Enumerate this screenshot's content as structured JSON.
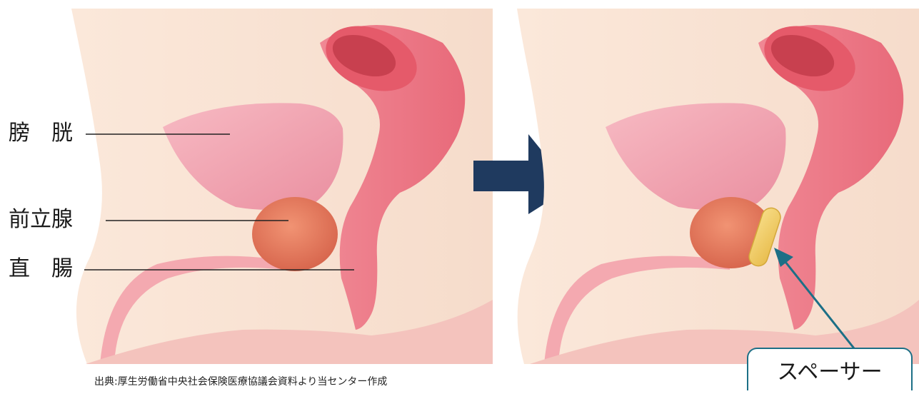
{
  "labels": {
    "bladder": "膀　胱",
    "prostate": "前立腺",
    "rectum": "直　腸",
    "spacer": "スペーサー"
  },
  "source": "出典:厚生労働省中央社会保険医療協議会資料より当センター作成",
  "colors": {
    "skin": "#f9e3d1",
    "bladder": "#f2a3ad",
    "rectum": "#ec7b86",
    "prostate": "#e58060",
    "spacer": "#f2cf6a",
    "arrow_main": "#1f3a5f",
    "arrow_pointer": "#1c6f86"
  },
  "icons": {
    "transition_arrow": "right-arrow-icon",
    "pointer_arrow": "pointer-arrow-icon"
  }
}
